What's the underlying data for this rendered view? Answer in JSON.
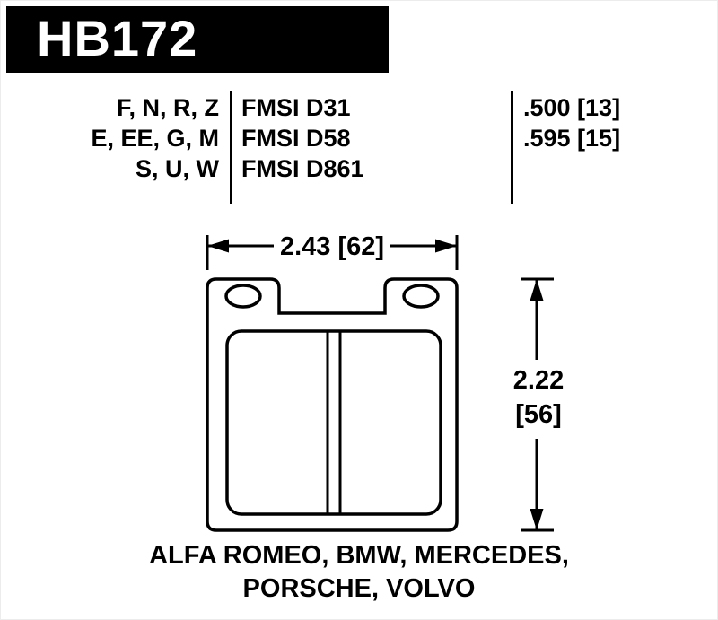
{
  "colors": {
    "background": "#ffffff",
    "banner_bg": "#000000",
    "text": "#000000"
  },
  "header": {
    "part_number": "HB172"
  },
  "spec_table": {
    "rows": [
      {
        "codes": "F, N, R, Z",
        "fmsi": "FMSI D31",
        "thickness": ".500 [13]"
      },
      {
        "codes": "E, EE, G, M",
        "fmsi": "FMSI D58",
        "thickness": ".595 [15]"
      },
      {
        "codes": "S, U, W",
        "fmsi": "FMSI D861",
        "thickness": ""
      }
    ]
  },
  "dimensions": {
    "width_label": "2.43 [62]",
    "height_label_line1": "2.22",
    "height_label_line2": "[56]"
  },
  "applications": {
    "line1": "ALFA ROMEO, BMW, MERCEDES,",
    "line2": "PORSCHE, VOLVO"
  }
}
